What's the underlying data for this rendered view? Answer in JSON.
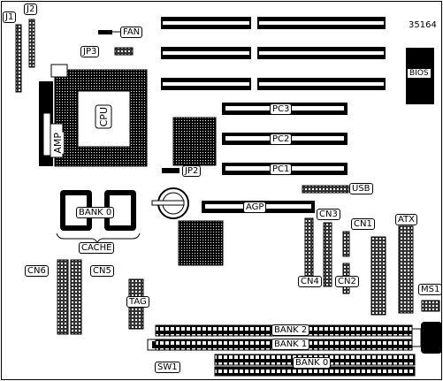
{
  "model": "35164",
  "labels": {
    "j1": "J1",
    "j2": "J2",
    "fan": "FAN",
    "jp3": "JP3",
    "cpu": "CPU",
    "amp": "AMP",
    "jp2": "JP2",
    "pc1": "PC1",
    "pc2": "PC2",
    "pc3": "PC3",
    "bios": "BIOS",
    "usb": "USB",
    "agp": "AGP",
    "bank0_cache": "BANK 0",
    "cache": "CACHE",
    "cn1": "CN1",
    "cn2": "CN2",
    "cn3": "CN3",
    "cn4": "CN4",
    "cn5": "CN5",
    "cn6": "CN6",
    "atx": "ATX",
    "ms1": "MS1",
    "tag": "TAG",
    "sw1": "SW1",
    "bank0": "BANK 0",
    "bank1": "BANK 1",
    "bank2": "BANK 2"
  }
}
